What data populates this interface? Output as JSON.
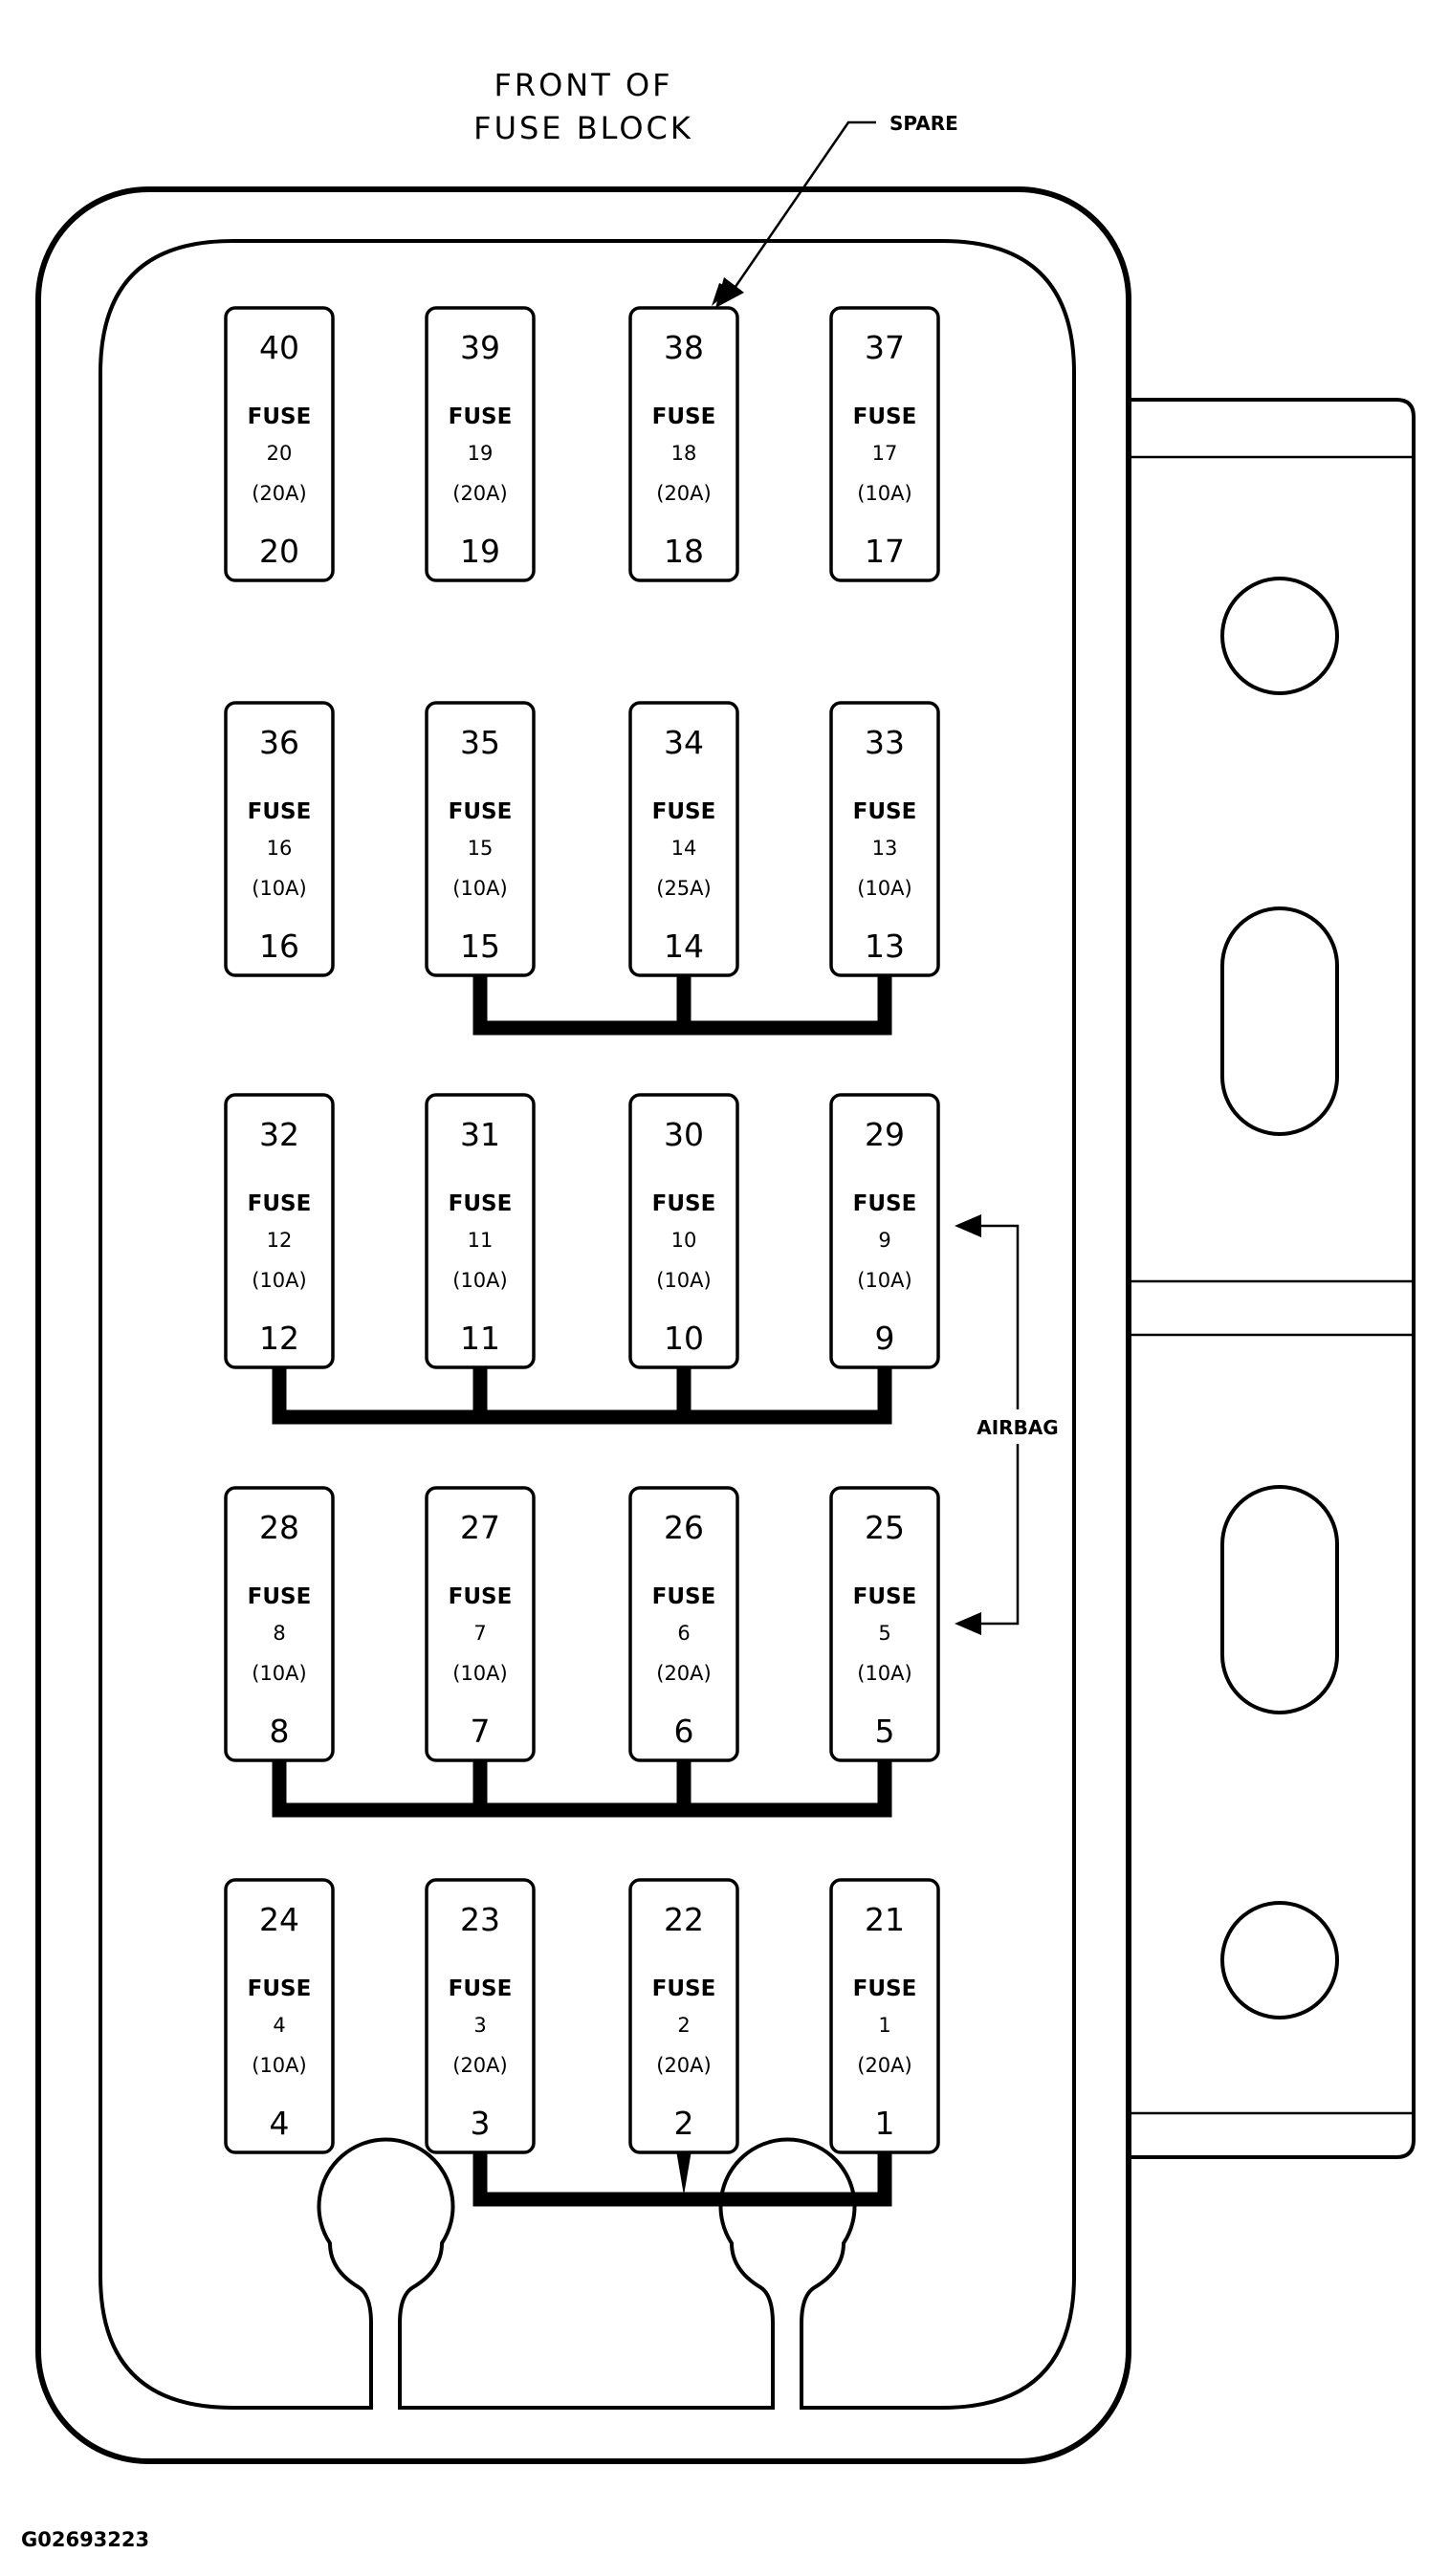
{
  "title_line1": "FRONT OF",
  "title_line2": "FUSE BLOCK",
  "spare_label": "SPARE",
  "airbag_label": "AIRBAG",
  "figure_id": "G02693223",
  "fuse_word": "FUSE",
  "fuses": [
    {
      "top": "40",
      "fuse": "20",
      "amp": "(20A)",
      "bottom": "20"
    },
    {
      "top": "39",
      "fuse": "19",
      "amp": "(20A)",
      "bottom": "19"
    },
    {
      "top": "38",
      "fuse": "18",
      "amp": "(20A)",
      "bottom": "18"
    },
    {
      "top": "37",
      "fuse": "17",
      "amp": "(10A)",
      "bottom": "17"
    },
    {
      "top": "36",
      "fuse": "16",
      "amp": "(10A)",
      "bottom": "16"
    },
    {
      "top": "35",
      "fuse": "15",
      "amp": "(10A)",
      "bottom": "15"
    },
    {
      "top": "34",
      "fuse": "14",
      "amp": "(25A)",
      "bottom": "14"
    },
    {
      "top": "33",
      "fuse": "13",
      "amp": "(10A)",
      "bottom": "13"
    },
    {
      "top": "32",
      "fuse": "12",
      "amp": "(10A)",
      "bottom": "12"
    },
    {
      "top": "31",
      "fuse": "11",
      "amp": "(10A)",
      "bottom": "11"
    },
    {
      "top": "30",
      "fuse": "10",
      "amp": "(10A)",
      "bottom": "10"
    },
    {
      "top": "29",
      "fuse": "9",
      "amp": "(10A)",
      "bottom": "9"
    },
    {
      "top": "28",
      "fuse": "8",
      "amp": "(10A)",
      "bottom": "8"
    },
    {
      "top": "27",
      "fuse": "7",
      "amp": "(10A)",
      "bottom": "7"
    },
    {
      "top": "26",
      "fuse": "6",
      "amp": "(20A)",
      "bottom": "6"
    },
    {
      "top": "25",
      "fuse": "5",
      "amp": "(10A)",
      "bottom": "5"
    },
    {
      "top": "24",
      "fuse": "4",
      "amp": "(10A)",
      "bottom": "4"
    },
    {
      "top": "23",
      "fuse": "3",
      "amp": "(20A)",
      "bottom": "3"
    },
    {
      "top": "22",
      "fuse": "2",
      "amp": "(20A)",
      "bottom": "2"
    },
    {
      "top": "21",
      "fuse": "1",
      "amp": "(20A)",
      "bottom": "1"
    }
  ]
}
